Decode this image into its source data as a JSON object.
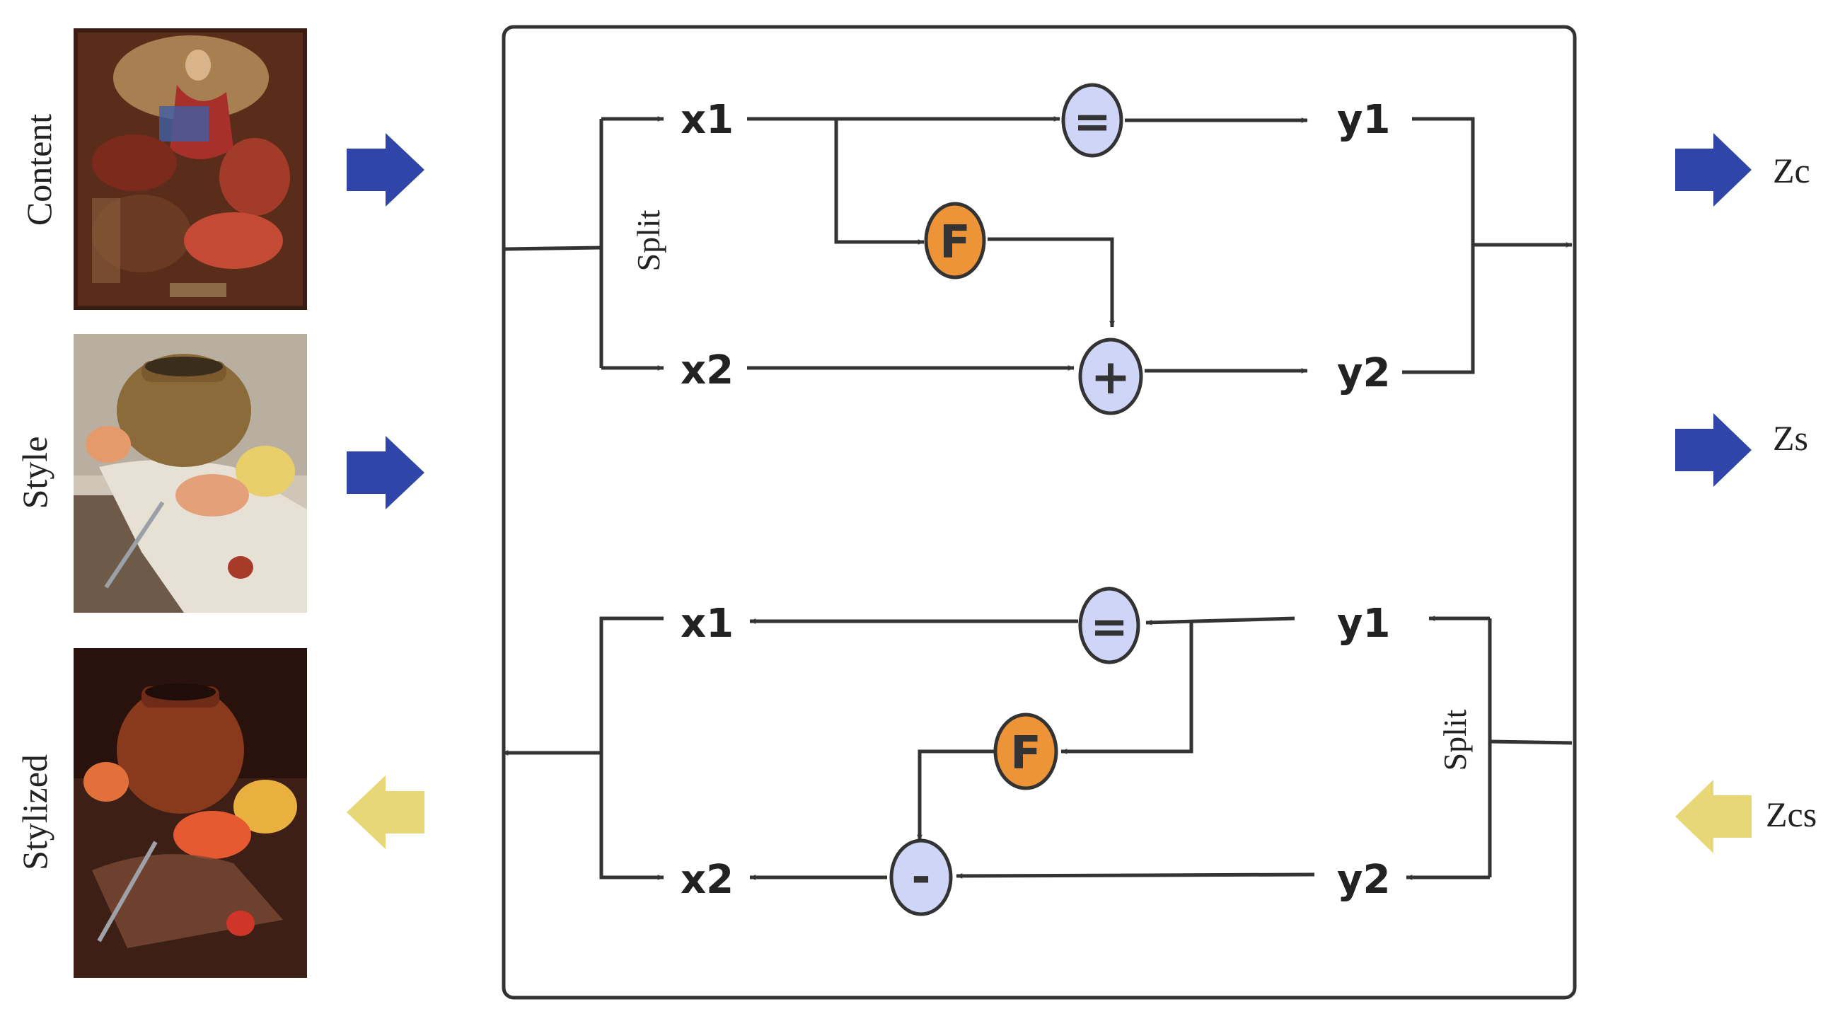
{
  "inputs": {
    "content_label": "Content",
    "style_label": "Style",
    "stylized_label": "Stylized"
  },
  "images": {
    "content": "painting-assumption-of-virgin",
    "style": "still-life-jar-and-apples",
    "stylized": "stylized-still-life"
  },
  "forward": {
    "x1": "x1",
    "x2": "x2",
    "y1": "y1",
    "y2": "y2",
    "split_label": "Split",
    "op_equal": "=",
    "op_f": "F",
    "op_plus": "+"
  },
  "reverse": {
    "x1": "x1",
    "x2": "x2",
    "y1": "y1",
    "y2": "y2",
    "split_label": "Split",
    "op_equal": "=",
    "op_f": "F",
    "op_minus": "-"
  },
  "outputs": {
    "zc": "Zc",
    "zs": "Zs",
    "zcs": "Zcs"
  },
  "colors": {
    "blue_arrow": "#2f46a8",
    "yellow_arrow": "#e8d776",
    "op_lavender": "#cfd5f7",
    "op_orange": "#ee9438"
  }
}
